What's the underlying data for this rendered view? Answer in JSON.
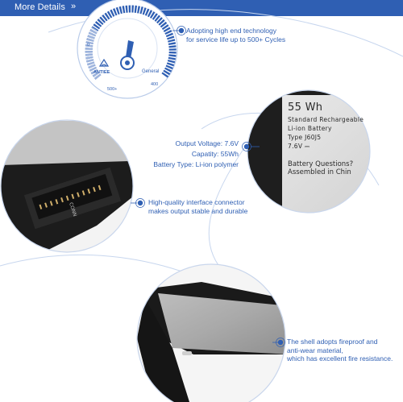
{
  "header": {
    "title": "More Details",
    "chevrons": "»"
  },
  "gauge": {
    "brand": "ANTIEE",
    "label_zero": "0",
    "label_general": "General",
    "label_400": "400",
    "label_500": "500+"
  },
  "features": {
    "cycle": {
      "line1": "Adopting high end technology",
      "line2": "for service life up to 500+ Cycles"
    },
    "connector": {
      "line1": "High-quality interface connector",
      "line2": "makes output stable and durable"
    },
    "shell": {
      "line1": "The shell adopts fireproof and",
      "line2": "anti-wear material,",
      "line3": "which has excellent fire resistance."
    }
  },
  "specs": {
    "voltage": "Output Voltage: 7.6V",
    "capacity": "Capatity: 55Wh",
    "type": "Battery Type: Li-ion polymer"
  },
  "battery_label": {
    "capacity": "55 Wh",
    "line1": "Standard Rechargeable",
    "line2": "Li-ion Battery",
    "line3": "Type J60J5",
    "voltage": "7.6V ⎓",
    "question": "Battery Questions?",
    "assembled": "Assembled in Chin"
  },
  "connector_label": "CONN",
  "colors": {
    "accent": "#2f5fb3",
    "header": "#2f5fb3",
    "battery_dark": "#1c1c1c",
    "battery_label": "#dcdcdc"
  }
}
